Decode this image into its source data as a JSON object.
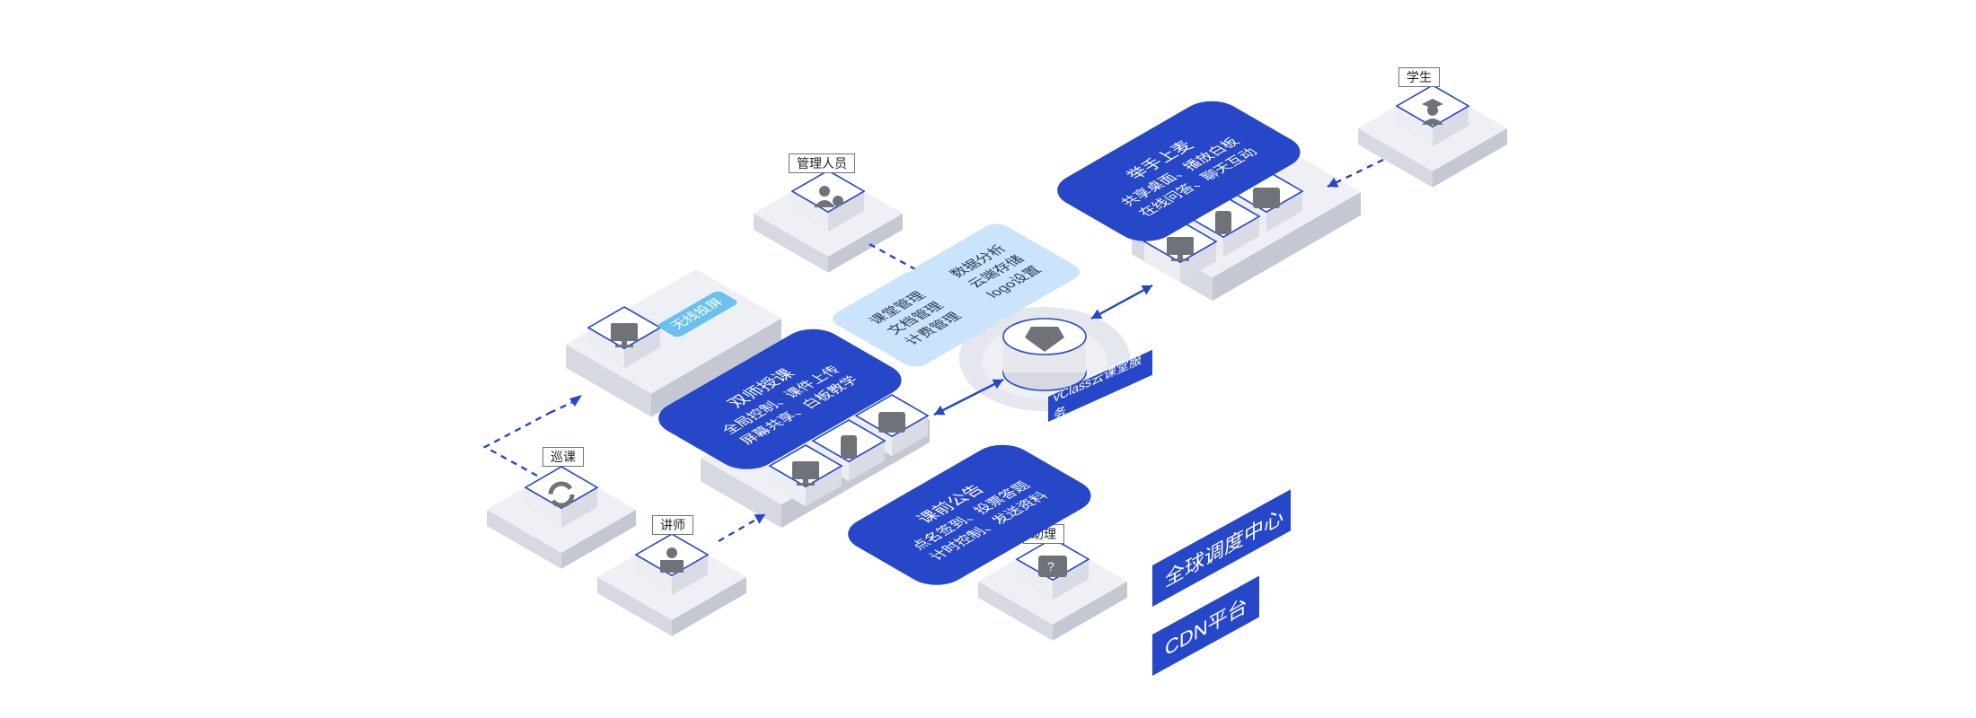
{
  "nodes": {
    "student": "学生",
    "admin": "管理人员",
    "patrol": "巡课",
    "lecturer": "讲师",
    "assistant": "助理"
  },
  "panels": {
    "student_features": [
      "举手上麦",
      "共享桌面、播放白板",
      "在线问答、聊天互动"
    ],
    "admin_analytics": [
      "数据分析",
      "云端存储",
      "logo设置"
    ],
    "admin_course": [
      "课堂管理",
      "文档管理",
      "计费管理"
    ],
    "dual_teacher": [
      "双师授课",
      "全局控制、课件上传",
      "屏幕共享、白板教学"
    ],
    "assistant_features": [
      "课前公告",
      "点名签到、投票答题",
      "计时控制、发送资料"
    ],
    "wireless": "无线投屏"
  },
  "cloud_label": "vClass云课堂服务",
  "legend": {
    "global_dispatch": "全球调度中心",
    "cdn": "CDN平台"
  },
  "colors": {
    "brand_blue": "#2547c8",
    "light_blue": "#c9e4fb",
    "platform_top": "#eef0f5",
    "platform_left": "#d6d9e2",
    "platform_right": "#c4c8d3",
    "icon_gray": "#6f7278"
  }
}
